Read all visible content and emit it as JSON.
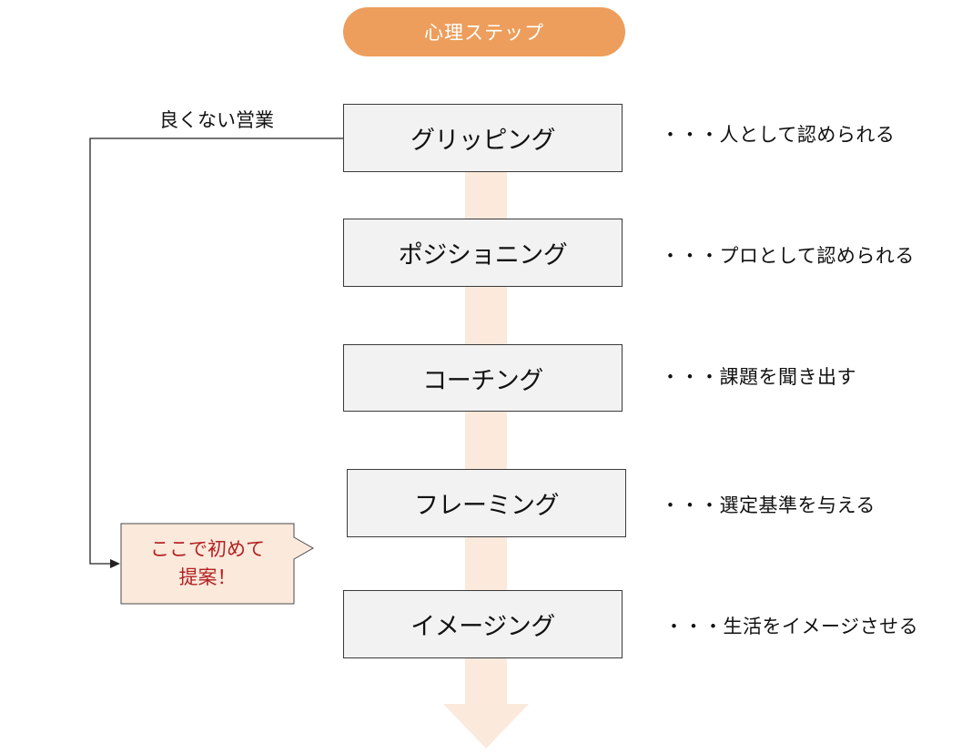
{
  "header": {
    "title": "心理ステップ"
  },
  "steps": [
    {
      "label": "グリッピング",
      "desc": "・・・人として認められる"
    },
    {
      "label": "ポジショニング",
      "desc": "・・・プロとして認められる"
    },
    {
      "label": "コーチング",
      "desc": "・・・課題を聞き出す"
    },
    {
      "label": "フレーミング",
      "desc": "・・・選定基準を与える"
    },
    {
      "label": "イメージング",
      "desc": "・・・生活をイメージさせる"
    }
  ],
  "bad_sales": {
    "label": "良くない営業"
  },
  "callout": {
    "line1": "ここで初めて",
    "line2": "提案！"
  },
  "colors": {
    "header_fill": "#ED9E5C",
    "arrow_fill": "#FBE9DC",
    "callout_fill": "#FBE9DC",
    "callout_text": "#B22222",
    "box_fill": "#F2F2F2",
    "box_border": "#3A3A3A",
    "connector": "#222222"
  }
}
